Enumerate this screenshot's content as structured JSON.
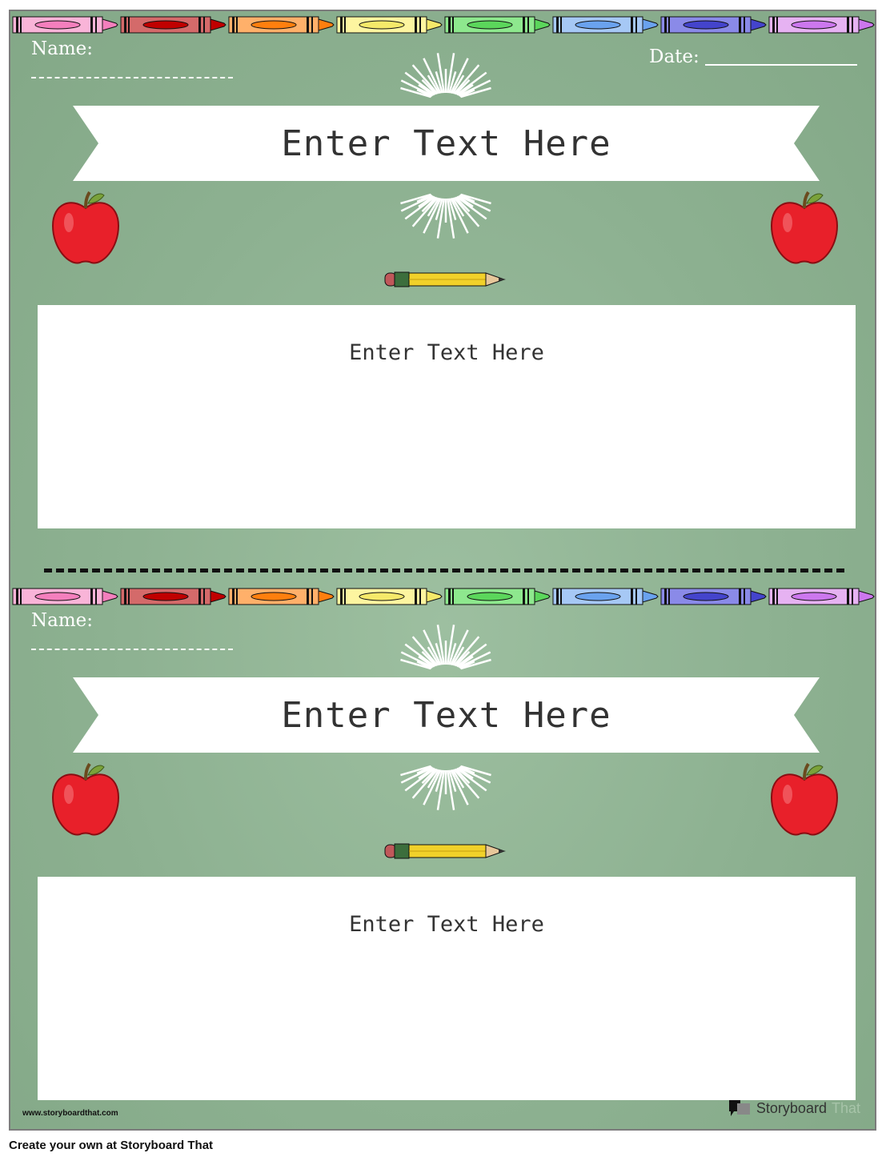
{
  "worksheet": {
    "name_label": "Name:",
    "date_label": "Date:",
    "title_placeholder": "Enter Text Here",
    "body_placeholder": "Enter Text Here",
    "crayon_colors": [
      [
        "#f9b4d8",
        "#f47fbd"
      ],
      [
        "#d46a6a",
        "#c00000"
      ],
      [
        "#ffb06a",
        "#ff7f0e"
      ],
      [
        "#fdf5a0",
        "#f5e96a"
      ],
      [
        "#8ee88e",
        "#5bd65b"
      ],
      [
        "#a6c8f5",
        "#6aa2ee"
      ],
      [
        "#8a8ae8",
        "#4444cc"
      ],
      [
        "#e6b2f2",
        "#cc77ee"
      ]
    ]
  },
  "footer": {
    "url": "www.storyboardthat.com",
    "logo_storyboard": "Storyboard",
    "logo_that": "That",
    "create_link": "Create your own at Storyboard That"
  },
  "colors": {
    "background": "#8db191",
    "apple": "#e8202a"
  }
}
